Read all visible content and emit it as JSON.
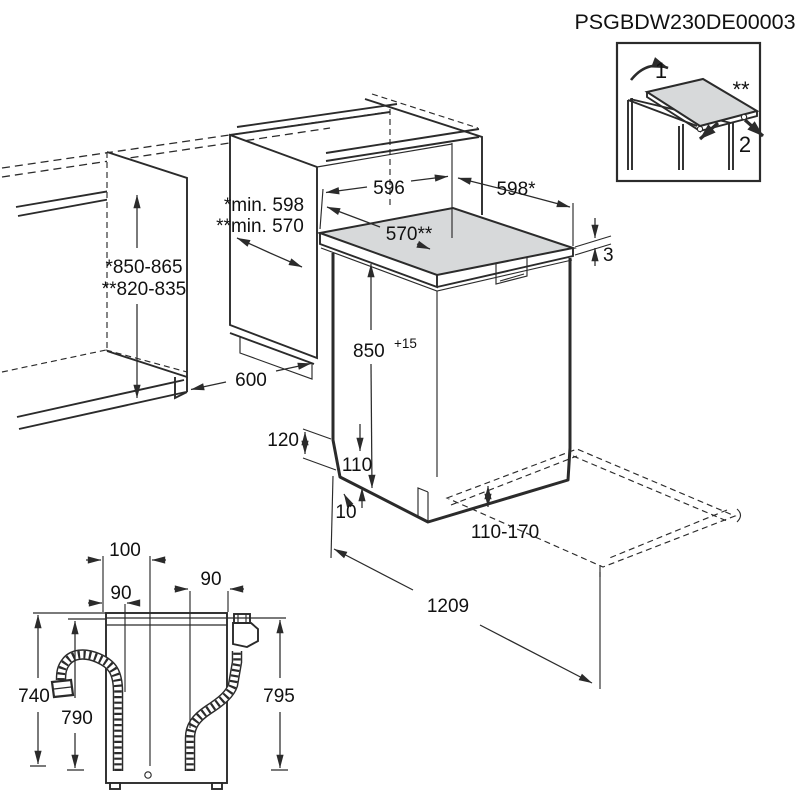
{
  "title": "PSGBDW230DE00003",
  "colors": {
    "line": "#2b2b2b",
    "worktop_gray": "#d7d9da",
    "text": "#111111"
  },
  "inset": {
    "step_1": "1",
    "step_2": "2",
    "note": "**"
  },
  "left_cabinet": {
    "height_range_worktop": "*850-865",
    "height_range_no_worktop": "**820-835",
    "depth": "600"
  },
  "niche": {
    "min_width_worktop": "*min. 598",
    "min_width_no_worktop": "**min. 570"
  },
  "dishwasher": {
    "width": "596",
    "depth_total": "598*",
    "depth_no_worktop": "570**",
    "height": "850",
    "height_tolerance": "+15",
    "worktop_thickness": "3",
    "base_recess": "120",
    "base_panel_height": "110",
    "base_gap": "10",
    "plinth_range": "110-170",
    "depth_door_open": "1209"
  },
  "rear_view": {
    "outlet_offset": "100",
    "drain_hose_offset": "90",
    "inlet_hose_offset": "90",
    "drain_hose_height": "740",
    "middle_height": "790",
    "inlet_hose_height": "795"
  }
}
